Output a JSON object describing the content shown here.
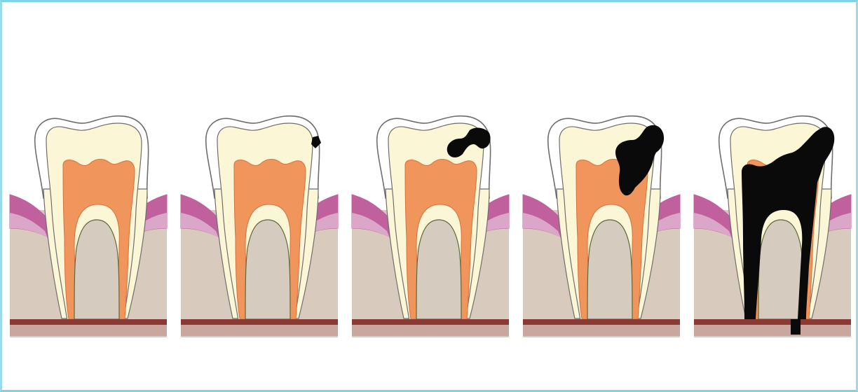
{
  "colors": {
    "frame_border": "#8fd8e8",
    "background": "#ffffff",
    "bone": "#d8cbbd",
    "bone_edge": "#b3a698",
    "gum": "#c0609c",
    "gum_light": "#e6c6dc",
    "enamel": "#ffffff",
    "enamel_outline": "#6e6e6e",
    "dentin": "#fbf6d6",
    "pulp": "#f0955c",
    "pulp_outline": "#d8703c",
    "inner_arch": "#d6cbbf",
    "base_band": "#8a3a32",
    "base_band_light": "#c9a79f",
    "caries": "#0a0a0a"
  },
  "panels": [
    {
      "name": "healthy-tooth",
      "caries_stage": 0
    },
    {
      "name": "enamel-caries",
      "caries_stage": 1
    },
    {
      "name": "dentin-caries",
      "caries_stage": 2
    },
    {
      "name": "deep-caries",
      "caries_stage": 3
    },
    {
      "name": "pulp-necrosis",
      "caries_stage": 4
    }
  ]
}
